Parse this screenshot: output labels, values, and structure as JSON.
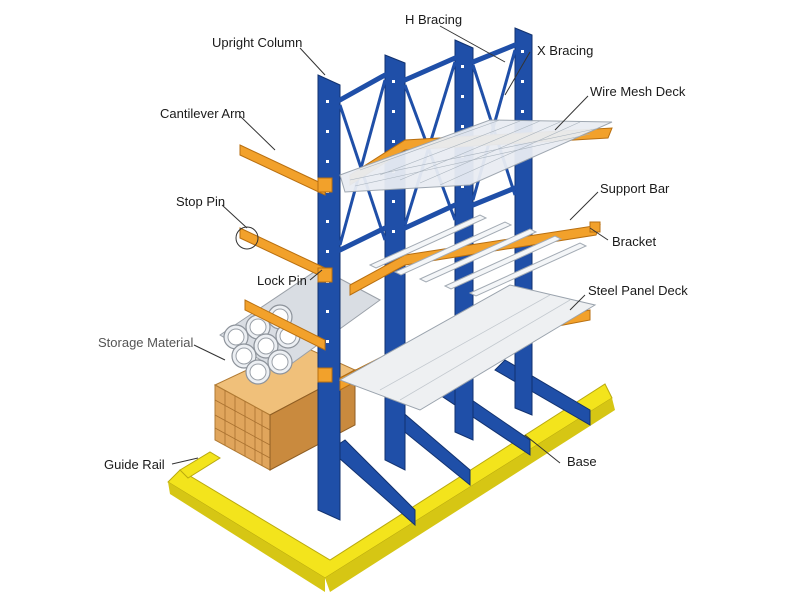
{
  "labels": {
    "h_bracing": "H Bracing",
    "upright_column": "Upright Column",
    "x_bracing": "X Bracing",
    "wire_mesh_deck": "Wire Mesh Deck",
    "cantilever_arm": "Cantilever Arm",
    "stop_pin": "Stop Pin",
    "support_bar": "Support Bar",
    "bracket": "Bracket",
    "lock_pin": "Lock Pin",
    "steel_panel_deck": "Steel Panel Deck",
    "storage_material": "Storage Material",
    "guide_rail": "Guide Rail",
    "base": "Base"
  },
  "colors": {
    "column_blue": "#1f4fa8",
    "arm_orange": "#f2a12b",
    "rail_yellow": "#f3e41c",
    "wood": "#e0a55c",
    "pipe": "#d9dde3",
    "deck": "#eef0f2",
    "leader": "#333333"
  }
}
